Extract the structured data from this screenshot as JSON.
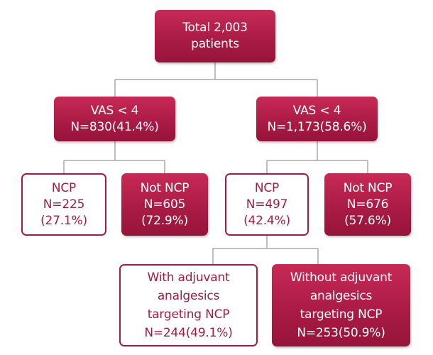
{
  "root": {
    "line1": "Total 2,003",
    "line2": "patients"
  },
  "left": {
    "line1": "VAS < 4",
    "line2": "N=830(41.4%)"
  },
  "right": {
    "line1": "VAS < 4",
    "line2": "N=1,173(58.6%)"
  },
  "left_ncp": {
    "line1": "NCP",
    "line2": "N=225",
    "line3": "(27.1%)"
  },
  "left_not_ncp": {
    "line1": "Not NCP",
    "line2": "N=605",
    "line3": "(72.9%)"
  },
  "right_ncp": {
    "line1": "NCP",
    "line2": "N=497",
    "line3": "(42.4%)"
  },
  "right_not_ncp": {
    "line1": "Not NCP",
    "line2": "N=676",
    "line3": "(57.6%)"
  },
  "with_adjuvant": {
    "line1": "With adjuvant",
    "line2": "analgesics",
    "line3": "targeting NCP",
    "line4": "N=244(49.1%)"
  },
  "without_adjuvant": {
    "line1": "Without adjuvant",
    "line2": "analgesics",
    "line3": "targeting NCP",
    "line4": "N=253(50.9%)"
  },
  "colors": {
    "primary": "#a81a44",
    "connector": "#a8a8a8",
    "filled_text": "#ffffff"
  }
}
